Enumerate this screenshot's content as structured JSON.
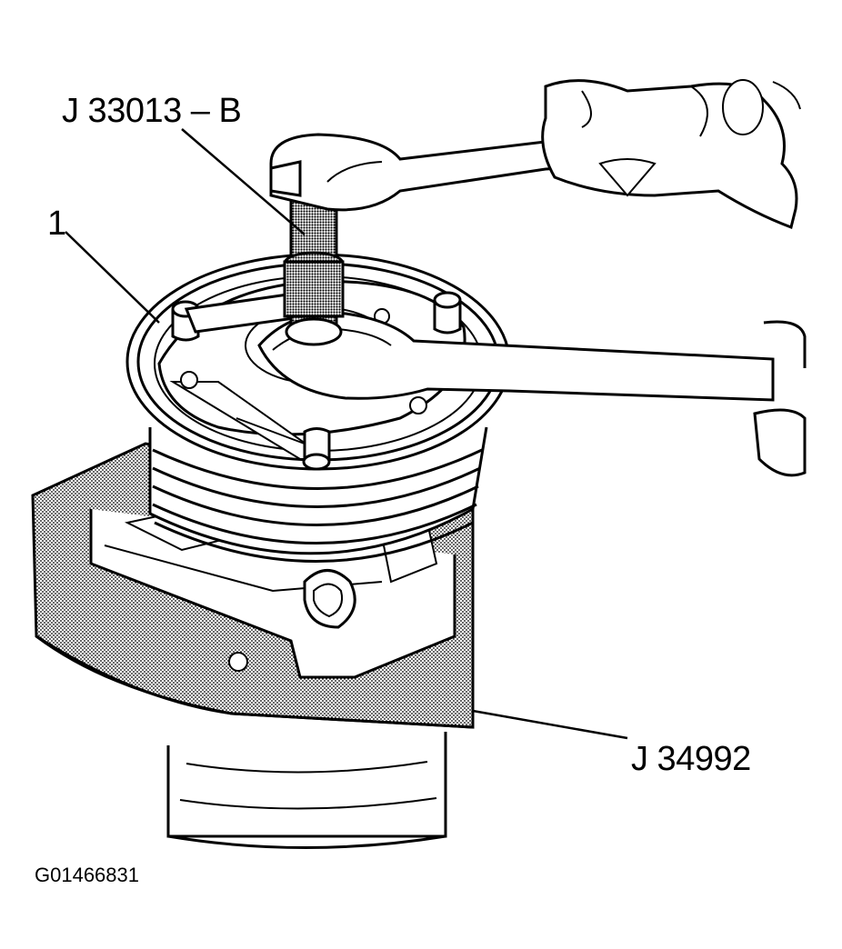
{
  "diagram": {
    "callouts": {
      "tool_top": "J 33013 – B",
      "item_one": "1",
      "tool_bottom": "J 34992"
    },
    "figure_id": "G01466831"
  },
  "colors": {
    "ink": "#000000",
    "paper": "#ffffff"
  }
}
